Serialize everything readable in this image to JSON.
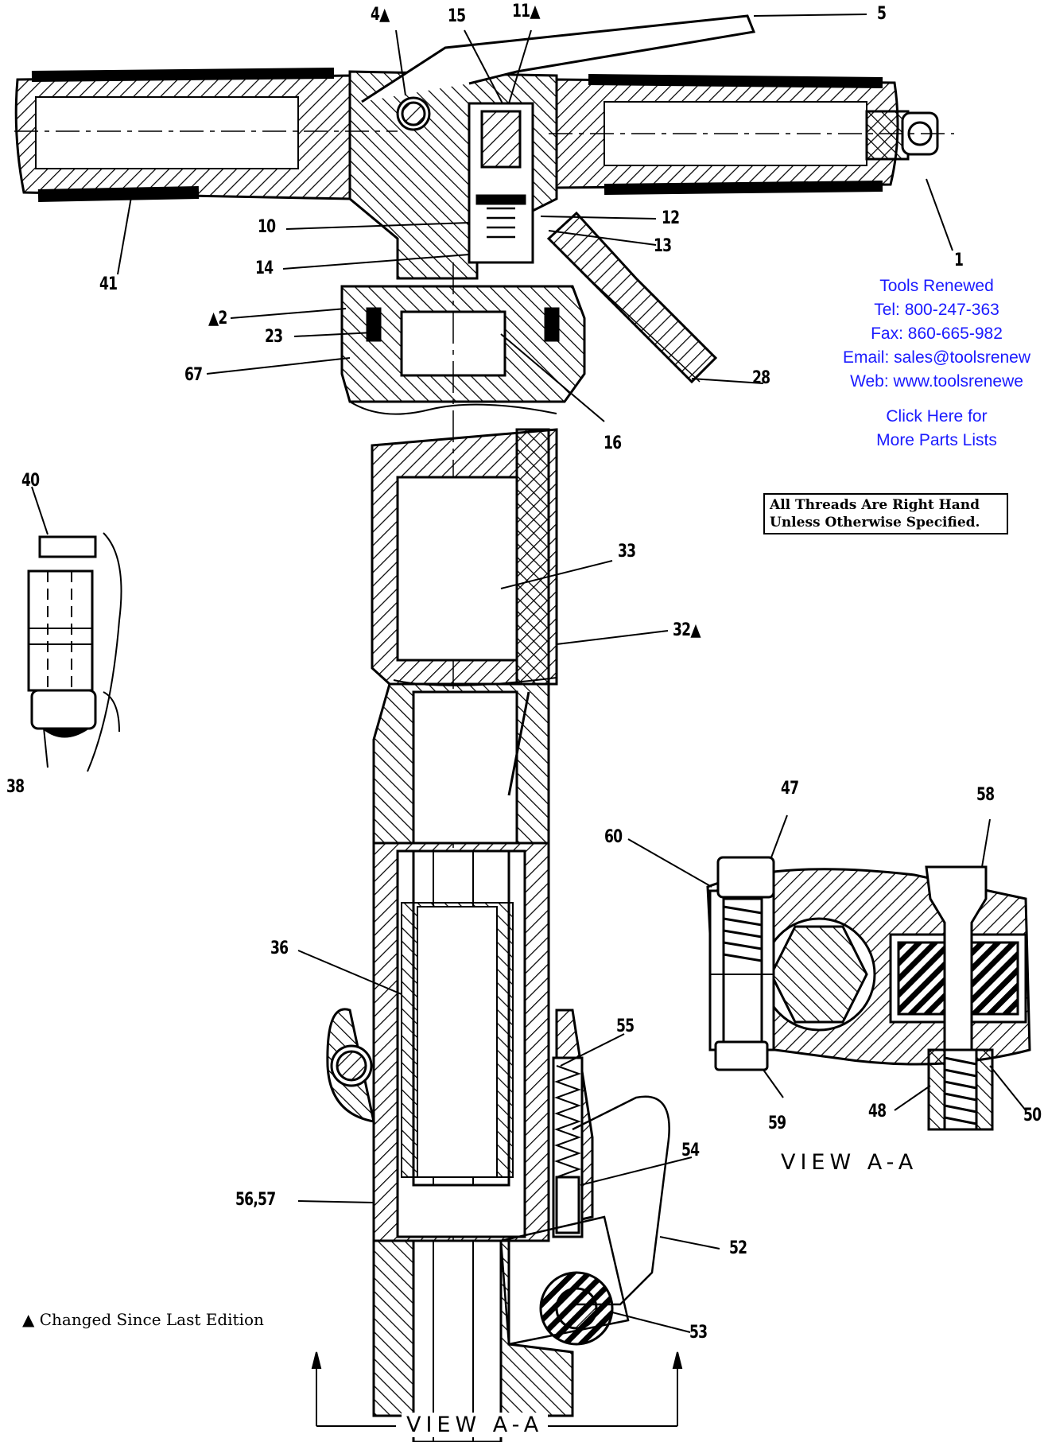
{
  "callouts": [
    {
      "id": "c4",
      "text": "4▲"
    },
    {
      "id": "c15",
      "text": "15"
    },
    {
      "id": "c11",
      "text": "11▲"
    },
    {
      "id": "c5",
      "text": "5"
    },
    {
      "id": "c10",
      "text": "10"
    },
    {
      "id": "c12",
      "text": "12"
    },
    {
      "id": "c13",
      "text": "13"
    },
    {
      "id": "c14",
      "text": "14"
    },
    {
      "id": "c41",
      "text": "41"
    },
    {
      "id": "c1",
      "text": "1"
    },
    {
      "id": "c2",
      "text": "▲2"
    },
    {
      "id": "c23",
      "text": "23"
    },
    {
      "id": "c67",
      "text": "67"
    },
    {
      "id": "c28",
      "text": "28"
    },
    {
      "id": "c16",
      "text": "16"
    },
    {
      "id": "c40",
      "text": "40"
    },
    {
      "id": "c33",
      "text": "33"
    },
    {
      "id": "c32",
      "text": "32▲"
    },
    {
      "id": "c38",
      "text": "38"
    },
    {
      "id": "c47",
      "text": "47"
    },
    {
      "id": "c58",
      "text": "58"
    },
    {
      "id": "c60",
      "text": "60"
    },
    {
      "id": "c36",
      "text": "36"
    },
    {
      "id": "c55",
      "text": "55"
    },
    {
      "id": "c59",
      "text": "59"
    },
    {
      "id": "c48",
      "text": "48"
    },
    {
      "id": "c50",
      "text": "50"
    },
    {
      "id": "c54",
      "text": "54"
    },
    {
      "id": "c5657",
      "text": "56,57"
    },
    {
      "id": "c52",
      "text": "52"
    },
    {
      "id": "c53",
      "text": "53"
    }
  ],
  "contact": {
    "company": "Tools Renewed",
    "tel": "Tel: 800-247-363",
    "fax": "Fax: 860-665-982",
    "email": "Email: sales@toolsrenew",
    "web": "Web: www.toolsrenewe",
    "link_line1": "Click Here for",
    "link_line2": "More Parts Lists"
  },
  "thread_note": {
    "line1": "All Threads Are Right Hand",
    "line2": "Unless Otherwise Specified."
  },
  "legend": "▲ Changed Since Last Edition",
  "view_labels": {
    "detail": "VIEW A-A",
    "section": "VIEW A-A"
  },
  "colors": {
    "ink": "#000000",
    "link": "#1a1aff",
    "paper": "#ffffff"
  }
}
